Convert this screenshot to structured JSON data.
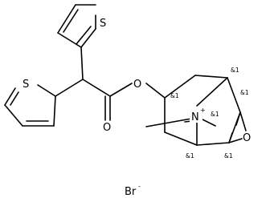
{
  "atoms": {
    "s_top": "S",
    "s_left": "S",
    "o_ester": "O",
    "o_carbonyl": "O",
    "nitrogen": "N",
    "n_charge": "+",
    "o_epoxide": "O",
    "counterion": "Br",
    "counterion_charge": "-"
  },
  "stereo_marks": [
    "&1",
    "&1",
    "&1",
    "&1",
    "&1",
    "&1"
  ]
}
